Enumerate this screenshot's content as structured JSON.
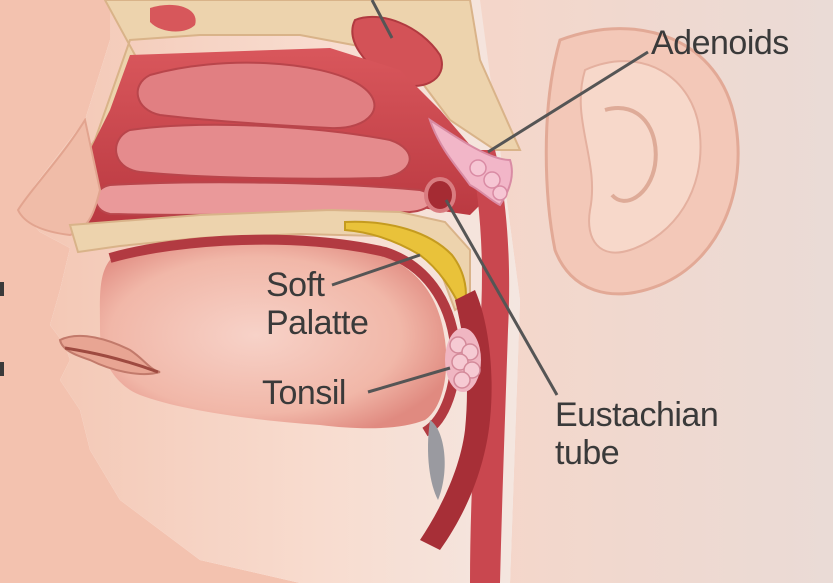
{
  "labels": {
    "adenoids": "Adenoids",
    "soft_palate_line1": "Soft",
    "soft_palate_line2": "Palatte",
    "tonsil": "Tonsil",
    "eustachian_line1": "Eustachian",
    "eustachian_line2": "tube"
  },
  "colors": {
    "skin": "#f6d3c3",
    "skin_shadow": "#e8b4a2",
    "bone": "#edd3ad",
    "tissue": "#c8474f",
    "tissue_light": "#e7868a",
    "tissue_dark": "#9e2a32",
    "adenoid_pink": "#f2b6c8",
    "fat_yellow": "#e9c23a",
    "leader_line": "#555555",
    "text": "#3a3a3a"
  }
}
